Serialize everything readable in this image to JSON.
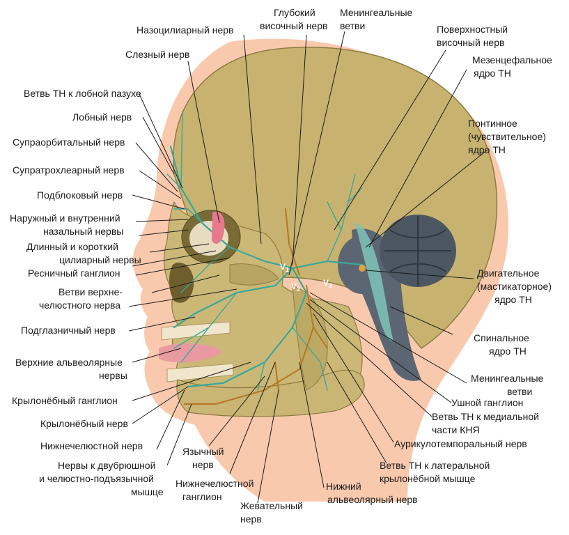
{
  "labels": {
    "nasociliary": "Назоцилиарный нерв",
    "deep_temporal_1": "Глубокий",
    "deep_temporal_2": "височный нерв",
    "meningeal_top_1": "Менингеальные",
    "meningeal_top_2": "ветви",
    "superficial_temporal_1": "Поверхностный",
    "superficial_temporal_2": "височный нерв",
    "lacrimal": "Слезный нерв",
    "mesencephalic_1": "Мезенцефальное",
    "mesencephalic_2": "ядро  ТН",
    "frontal_sinus_branch": "Ветвь ТН к лобной пазухе",
    "pontine_1": "Понтинное",
    "pontine_2": "(чувствительное)",
    "pontine_3": "ядро ТН",
    "frontal": "Лобный нерв",
    "supraorbital": "Супраорбитальный  нерв",
    "supratrochlear": "Супратрохлеарный  нерв",
    "infratrochlear": "Подблоковый нерв",
    "nasal_1": "Наружный и внутренний",
    "nasal_2": "назальный нервы",
    "ciliary_1": "Длинный и короткий",
    "ciliary_2": "цилиарный нервы",
    "ciliary_ganglion": "Ресничный ганглион",
    "maxillary_branches_1": "Ветви верхне-",
    "maxillary_branches_2": "челюстного нерва",
    "motor_nucleus_1": "Двигательное",
    "motor_nucleus_2": "(мастикаторное)",
    "motor_nucleus_3": "ядро  ТН",
    "infraorbital": "Подглазничный нерв",
    "spinal_nucleus_1": "Спинальное",
    "spinal_nucleus_2": "ядро ТН",
    "superior_alveolar_1": "Верхние альвеолярные",
    "superior_alveolar_2": "нервы",
    "meningeal_bottom_1": "Менингеальные",
    "meningeal_bottom_2": "ветви",
    "pterygopalatine_ganglion": "Крылонёбный ганглион",
    "otic_ganglion": "Ушной ганглион",
    "medial_pterygoid_1": "Ветвь ТН к медиальной",
    "medial_pterygoid_2": "части  КНЯ",
    "pterygopalatine_nerve": "Крылонёбный нерв",
    "auriculotemporal": "Аурикулотемпоральный нерв",
    "mandibular_nerve": "Нижнечелюстной нерв",
    "lingual_1": "Язычный",
    "lingual_2": "нерв",
    "digastric_1": "Нервы к двубрюшной",
    "digastric_2": "и челюстно-подъязычной",
    "digastric_3": "мышце",
    "lateral_pterygoid_1": "Ветвь ТН к латеральной",
    "lateral_pterygoid_2": "крылонёбной мышце",
    "submandibular_1": "Нижнечелюстной",
    "submandibular_2": "ганглион",
    "inferior_alveolar_1": "Нижний",
    "inferior_alveolar_2": "альвеолярный  нерв",
    "masseteric_1": "Жевательный",
    "masseteric_2": "нерв"
  },
  "branch_markers": {
    "v1": "V",
    "v1_sub": "1",
    "v2": "V",
    "v2_sub": "2",
    "v3": "V",
    "v3_sub": "3"
  },
  "colors": {
    "skin": "#f7c4a8",
    "skull": "#c4b16e",
    "skull_shadow": "#9c8a4e",
    "brainstem": "#5a6470",
    "nerve_sensory": "#3aa79a",
    "nerve_motor": "#b8761f",
    "lip": "#e99aa0"
  }
}
